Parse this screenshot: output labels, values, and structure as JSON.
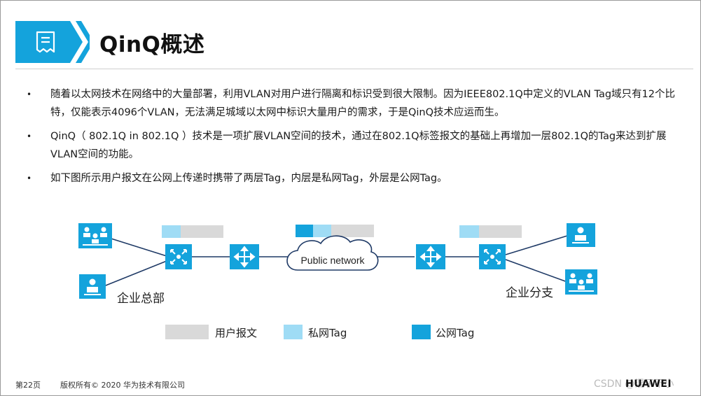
{
  "slide": {
    "title": "QinQ概述",
    "icon": "document-list-icon",
    "accent_color": "#14a3dc"
  },
  "bullets": [
    "随着以太网技术在网络中的大量部署，利用VLAN对用户进行隔离和标识受到很大限制。因为IEEE802.1Q中定义的VLAN Tag域只有12个比特，仅能表示4096个VLAN，无法满足城域以太网中标识大量用户的需求，于是QinQ技术应运而生。",
    "QinQ（ 802.1Q  in  802.1Q ）技术是一项扩展VLAN空间的技术，通过在802.1Q标签报文的基础上再增加一层802.1Q的Tag来达到扩展VLAN空间的功能。",
    "如下图所示用户报文在公网上传递时携带了两层Tag，内层是私网Tag，外层是公网Tag。"
  ],
  "diagram": {
    "cloud_label": "Public network",
    "hq_label": "企业总部",
    "branch_label": "企业分支",
    "legend": [
      {
        "label": "用户报文",
        "color": "#d9d9d9"
      },
      {
        "label": "私网Tag",
        "color": "#9fdcf5"
      },
      {
        "label": "公网Tag",
        "color": "#14a3dc"
      }
    ]
  },
  "footer": {
    "page": "第22页",
    "copyright": "版权所有© 2020 华为技术有限公司",
    "watermark": "CSDN @混子不小",
    "logo": "HUAWEI"
  }
}
